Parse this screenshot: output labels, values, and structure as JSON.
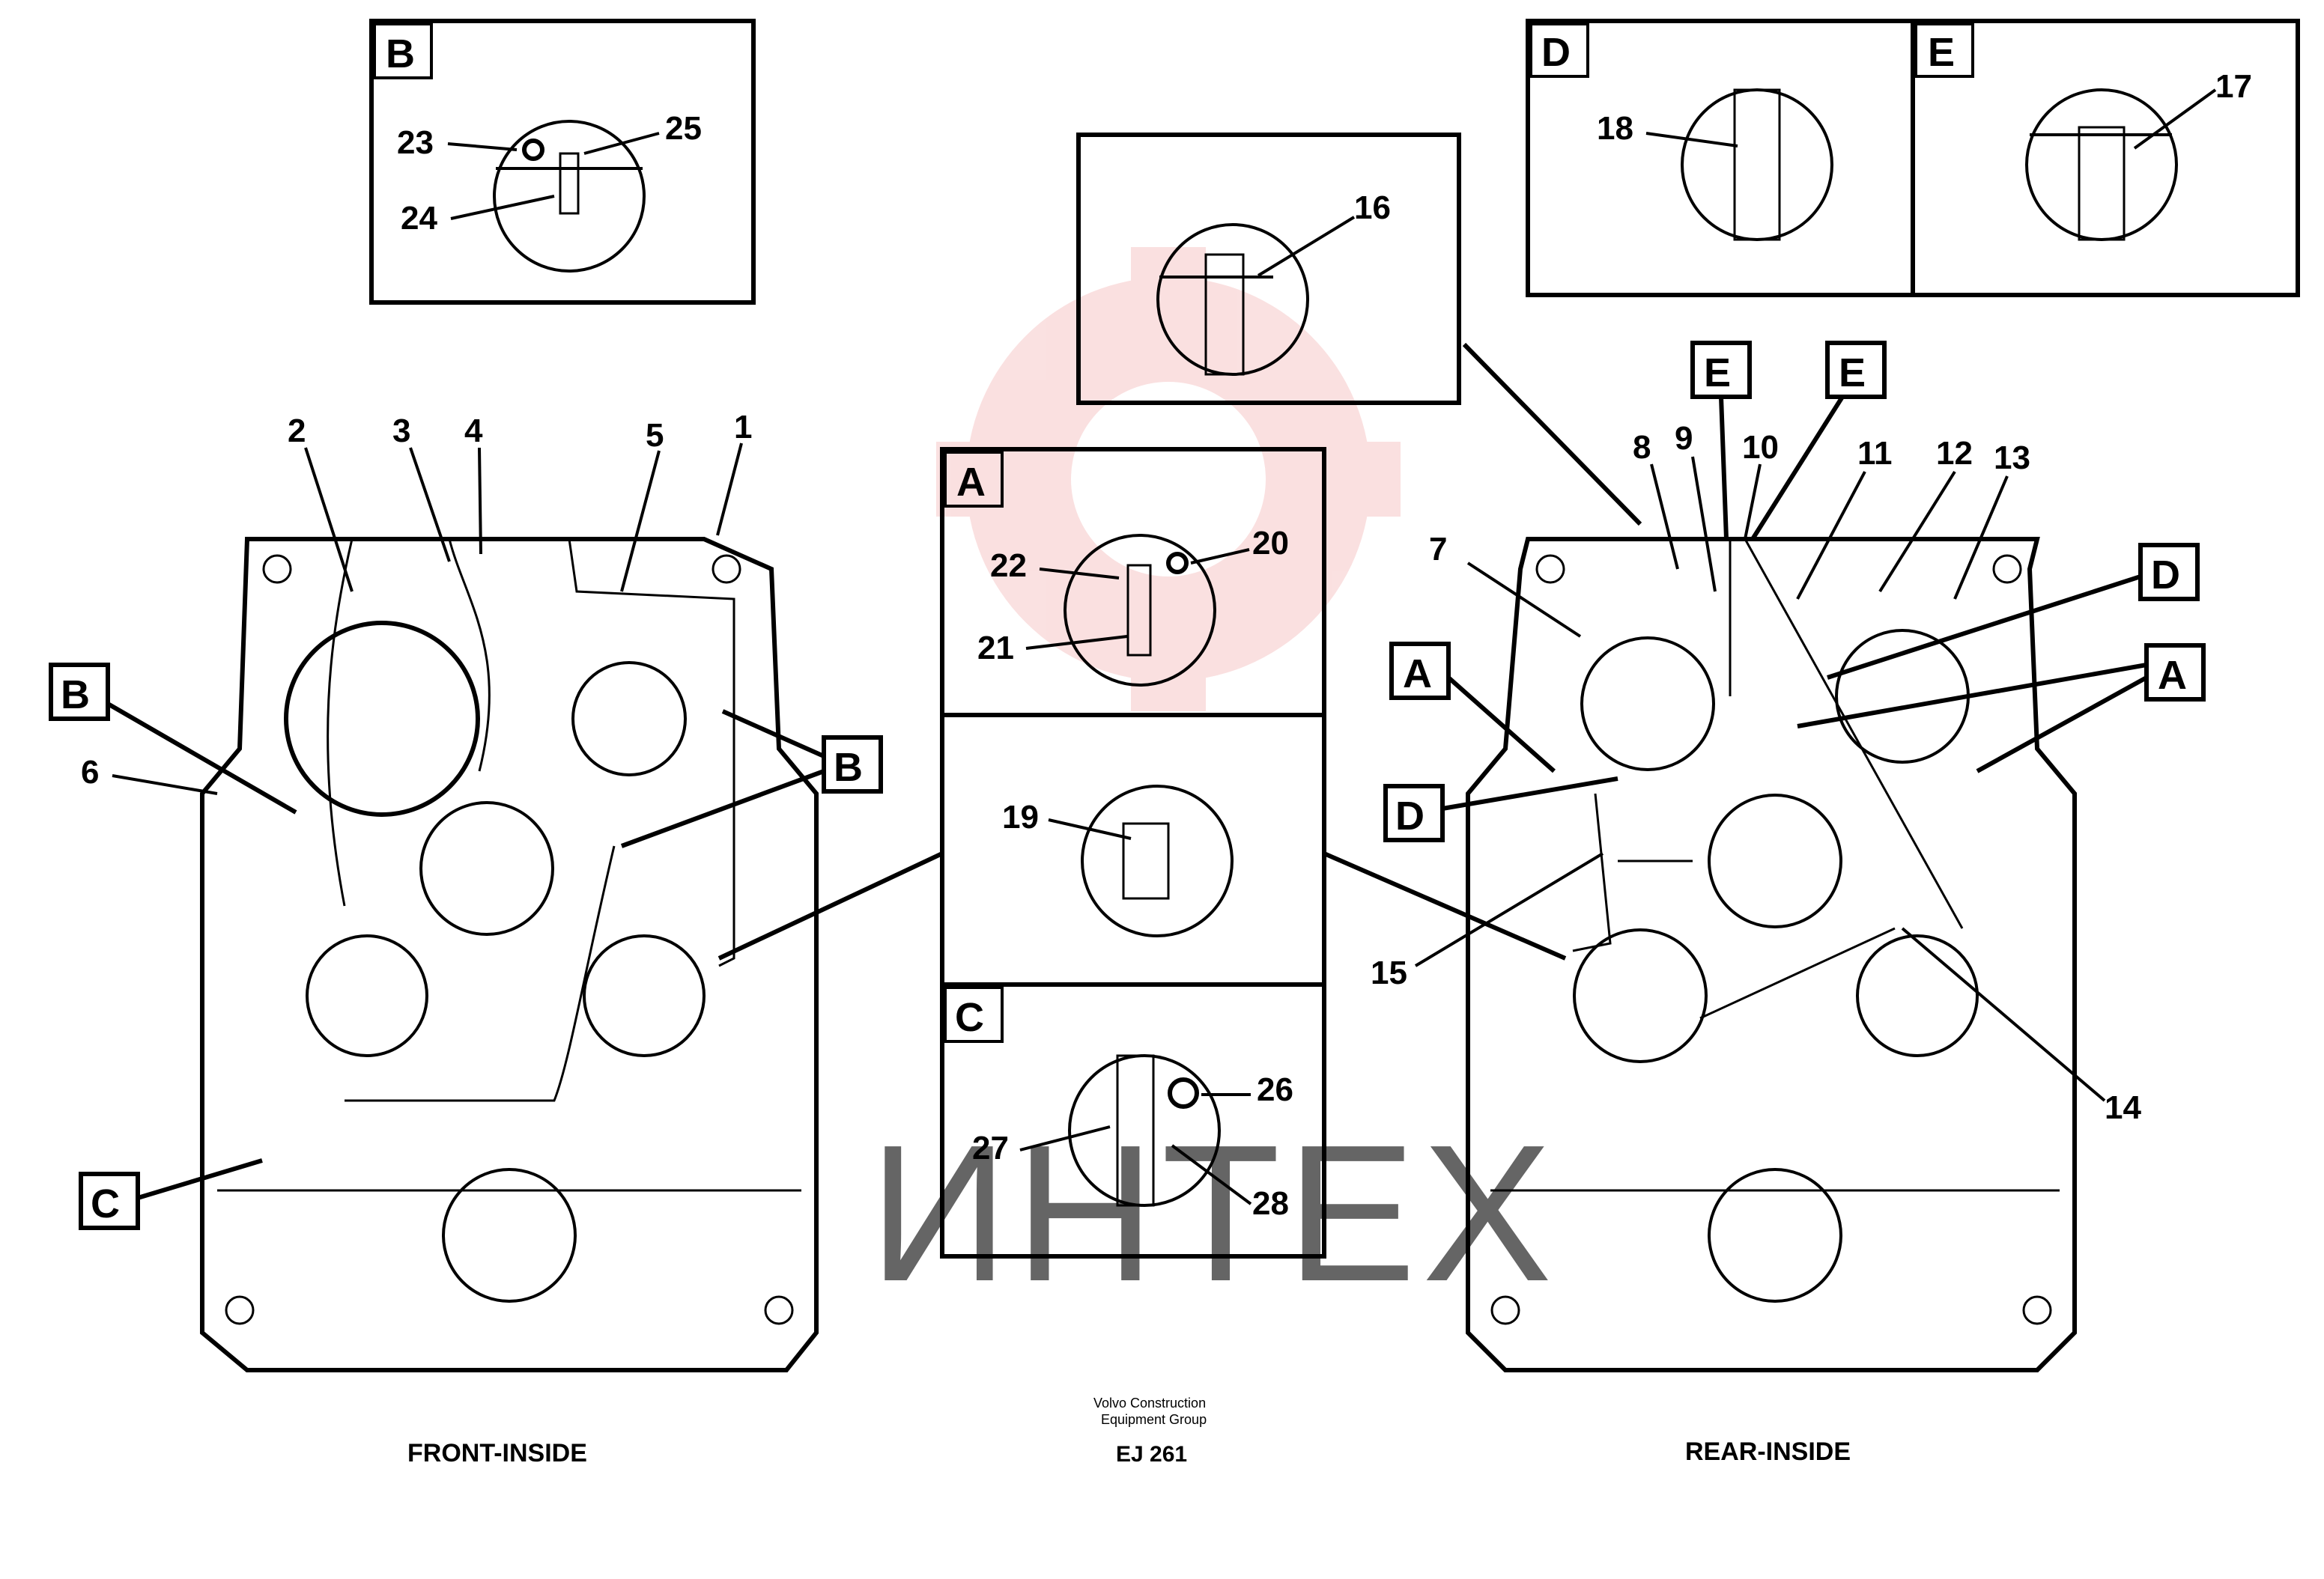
{
  "watermark": {
    "text": "ИНТЕХ",
    "color": "#f2a8a8"
  },
  "captions": {
    "front": "FRONT-INSIDE",
    "rear": "REAR-INSIDE"
  },
  "publisher": {
    "line1": "Volvo Construction",
    "line2": "Equipment Group",
    "code": "EJ 261"
  },
  "detail_boxes": {
    "A": "A",
    "B": "B",
    "C": "C",
    "D": "D",
    "E": "E"
  },
  "view_markers": {
    "front_B1": "B",
    "front_B2": "B",
    "front_C": "C",
    "rear_A1": "A",
    "rear_A2": "A",
    "rear_D1": "D",
    "rear_D2": "D",
    "rear_E1": "E",
    "rear_E2": "E"
  },
  "part_numbers": {
    "n1": "1",
    "n2": "2",
    "n3": "3",
    "n4": "4",
    "n5": "5",
    "n6": "6",
    "n7": "7",
    "n8": "8",
    "n9": "9",
    "n10": "10",
    "n11": "11",
    "n12": "12",
    "n13": "13",
    "n14": "14",
    "n15": "15",
    "n16": "16",
    "n17": "17",
    "n18": "18",
    "n19": "19",
    "n20": "20",
    "n21": "21",
    "n22": "22",
    "n23": "23",
    "n24": "24",
    "n25": "25",
    "n26": "26",
    "n27": "27",
    "n28": "28"
  }
}
